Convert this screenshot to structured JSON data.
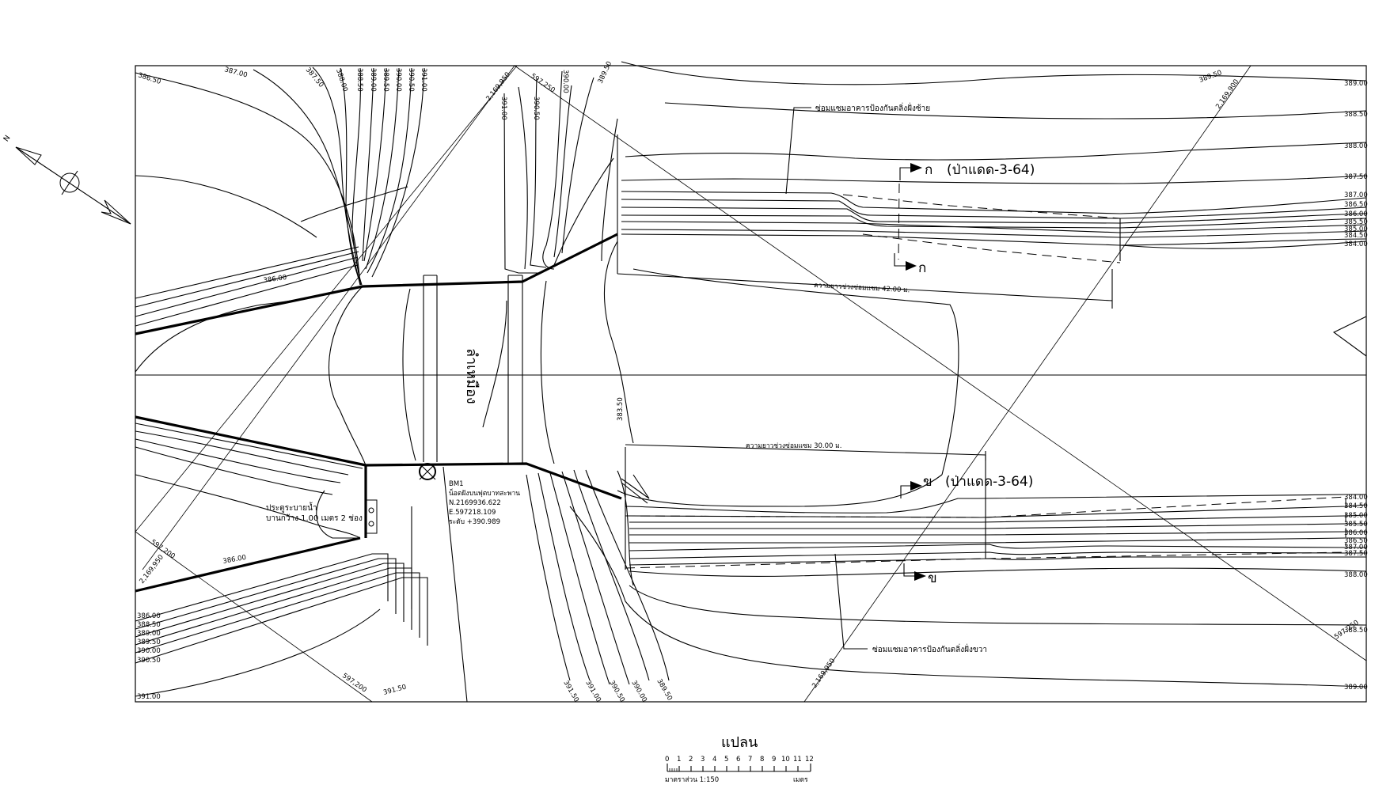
{
  "title": "แปลน",
  "scale": {
    "ticks": [
      "0",
      "1",
      "2",
      "3",
      "4",
      "5",
      "6",
      "7",
      "8",
      "9",
      "10",
      "11",
      "12"
    ],
    "label_left": "มาตราส่วน 1:150",
    "label_right": "เมตร"
  },
  "stream_label": "ลำเหมือง",
  "annotations": {
    "repair_left": "ซ่อมแซมอาคารป้องกันตลิ่งฝั่งซ้าย",
    "repair_right": "ซ่อมแซมอาคารป้องกันตลิ่งฝั่งขวา",
    "length_left": "ความยาวช่วงซ่อมแซม 42.00 ม.",
    "length_right": "ความยาวช่วงซ่อมแซม 30.00 ม.",
    "gate_line1": "ประตูระบายน้ำ",
    "gate_line2": "บานกว้าง 1.00 เมตร 2 ช่อง",
    "bm_name": "BM1",
    "bm_desc": "น็อตฝังบนฟุตบาทสะพาน",
    "bm_n": "N.2169936.622",
    "bm_e": "E.597218.109",
    "bm_level": "ระดับ +390.989"
  },
  "sections": {
    "a_letter": "ก",
    "a_name": "(ป่าแดด-3-64)",
    "b_letter": "ข",
    "b_name": "(ป่าแดด-3-64)"
  },
  "north_label": "N",
  "grid_labels": {
    "g1": "2,169,950",
    "g2": "597,250",
    "g3": "2,169,900",
    "g4": "597,200",
    "g5": "2,169,950",
    "g6": "597,200",
    "g7": "2,169,950",
    "g8": "597,250"
  },
  "contours": {
    "top_labels": [
      "386.50",
      "387.00",
      "387.50",
      "388.00",
      "388.50",
      "389.00",
      "389.50",
      "390.00",
      "390.50",
      "391.00",
      "391.00",
      "390.50",
      "390.00",
      "389.50",
      "389.50"
    ],
    "right_upper": [
      "389.00",
      "388.50",
      "388.00",
      "387.50",
      "387.00",
      "386.50",
      "386.00",
      "385.50",
      "385.00",
      "384.50",
      "384.00"
    ],
    "right_lower": [
      "384.00",
      "384.50",
      "385.00",
      "385.50",
      "386.00",
      "386.50",
      "387.00",
      "387.50",
      "388.00",
      "388.50",
      "389.00"
    ],
    "left_lower": [
      "386.00",
      "388.50",
      "389.00",
      "389.50",
      "390.00",
      "390.50",
      "391.00"
    ],
    "bottom_labels": [
      "391.50",
      "391.50",
      "391.00",
      "390.50",
      "390.00",
      "389.50"
    ],
    "mid_labels": [
      "386.00",
      "386.00",
      "383.50"
    ]
  }
}
